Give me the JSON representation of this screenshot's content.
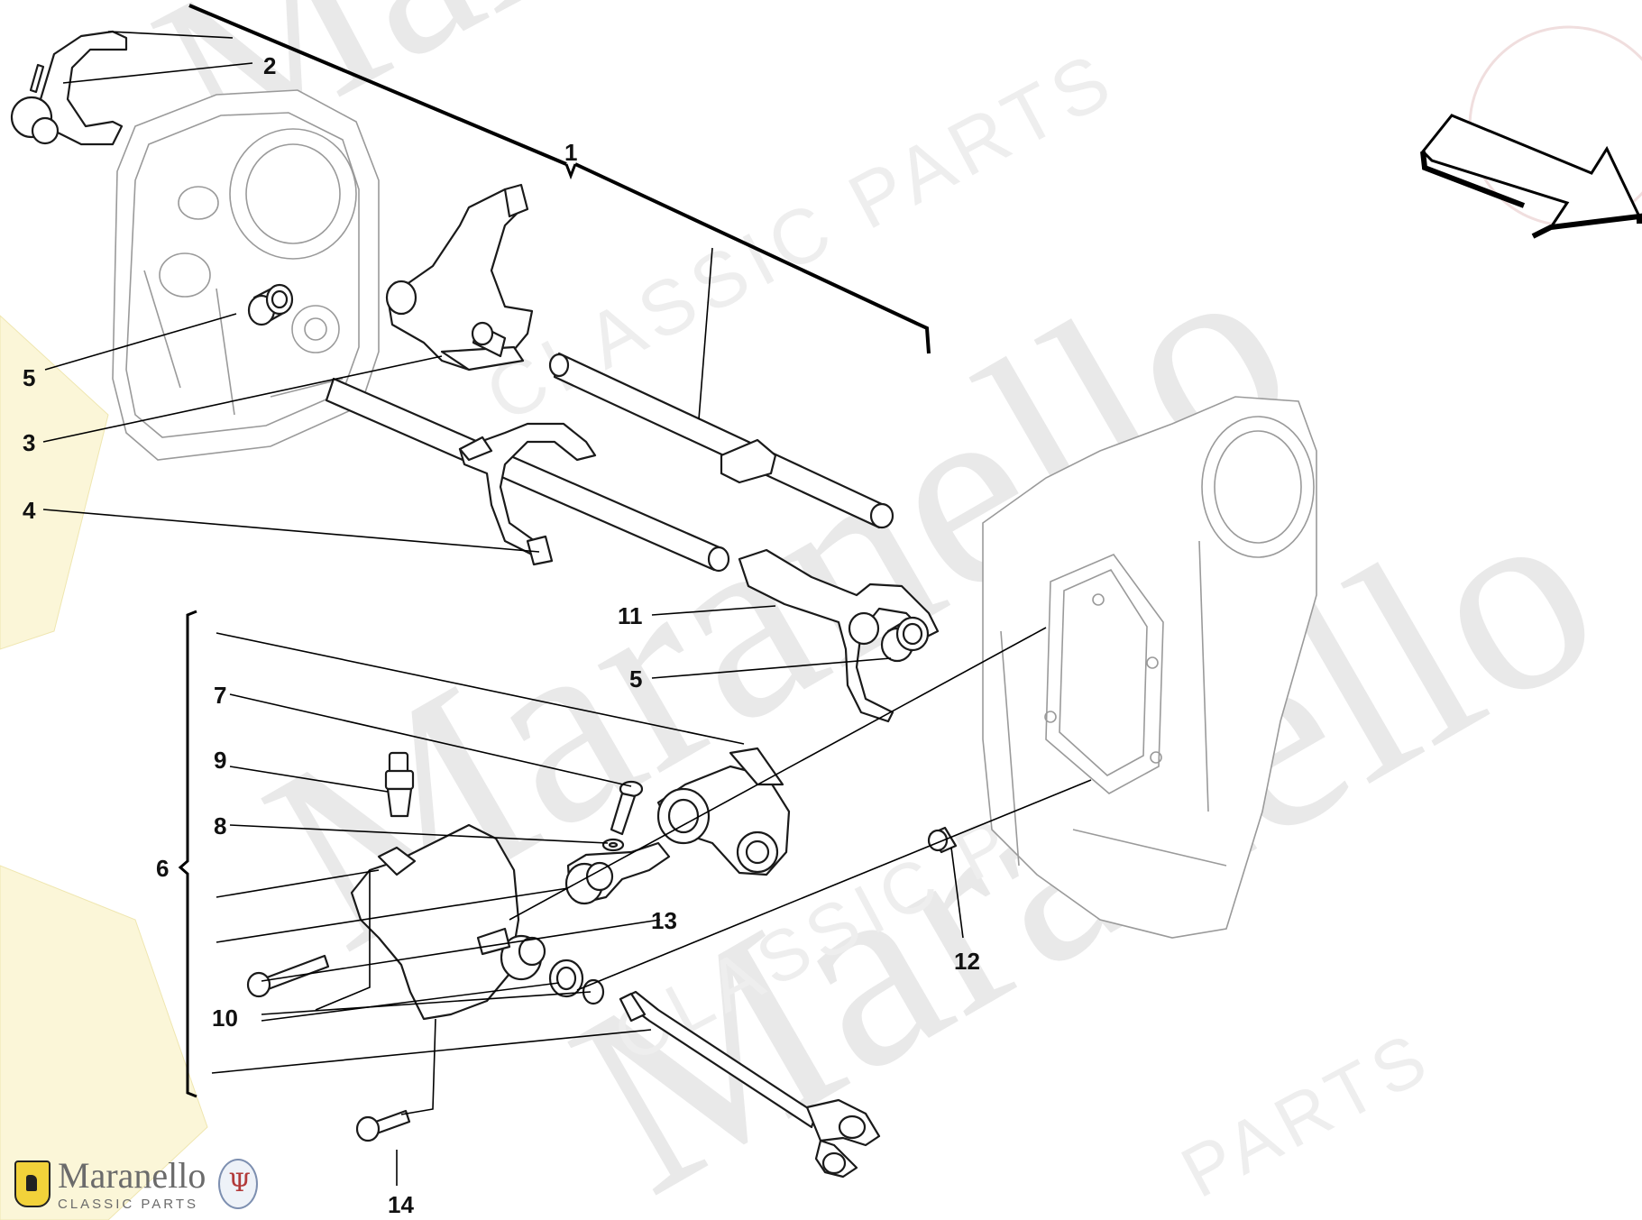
{
  "watermark": {
    "brand": "Maranello",
    "sub": "CLASSIC PARTS",
    "short": "PARTS"
  },
  "callouts": [
    "1",
    "2",
    "3",
    "4",
    "5",
    "5",
    "6",
    "7",
    "8",
    "9",
    "10",
    "11",
    "12",
    "13",
    "14"
  ],
  "footer": {
    "brand": "Maranello",
    "sub": "CLASSIC PARTS"
  },
  "colors": {
    "line": "#1a1a1a",
    "ghost": "#9a9a9a",
    "shield_yellow": "#f2d23a",
    "trident_red": "#b23a3a"
  },
  "icons": [
    "forward-arrow-icon",
    "ferrari-shield-icon",
    "maserati-trident-icon"
  ]
}
